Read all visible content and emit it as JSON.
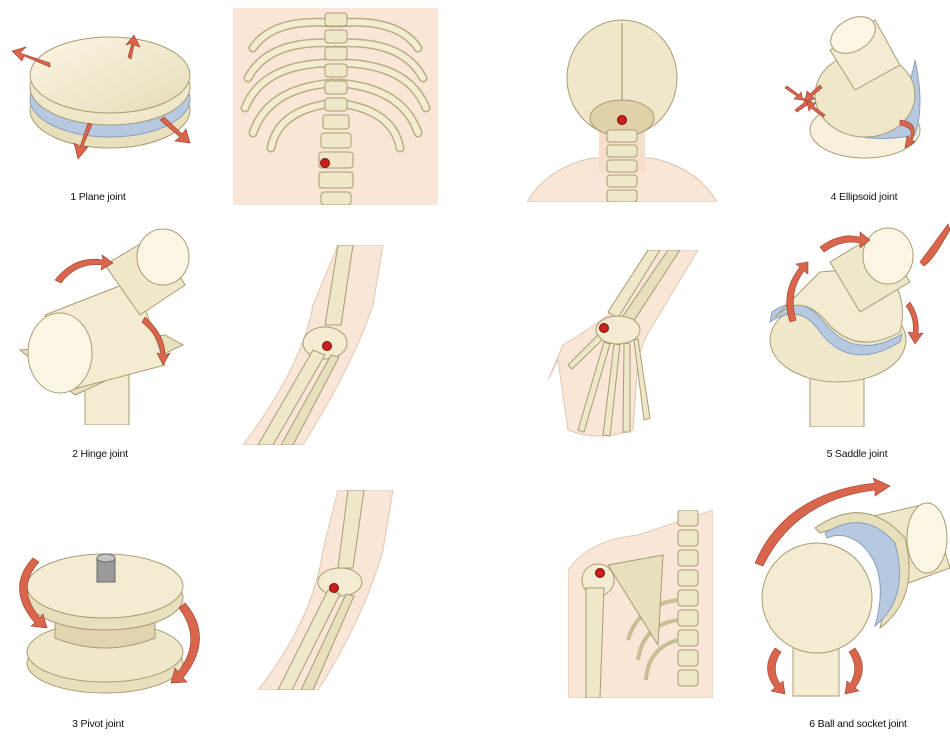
{
  "figure": {
    "captions": {
      "plane": "1 Plane joint",
      "hinge": "2 Hinge joint",
      "pivot": "3 Pivot joint",
      "ellipsoid": "4 Ellipsoid joint",
      "saddle": "5 Saddle joint",
      "ball_socket": "6 Ball and socket joint"
    },
    "colors": {
      "bone": "#f3ecd2",
      "bone_edge": "#b9ad84",
      "cartilage": "#b7c9e0",
      "arrow": "#d9664c",
      "skin": "#f9e6d6",
      "marker": "#cc1f1f"
    }
  }
}
